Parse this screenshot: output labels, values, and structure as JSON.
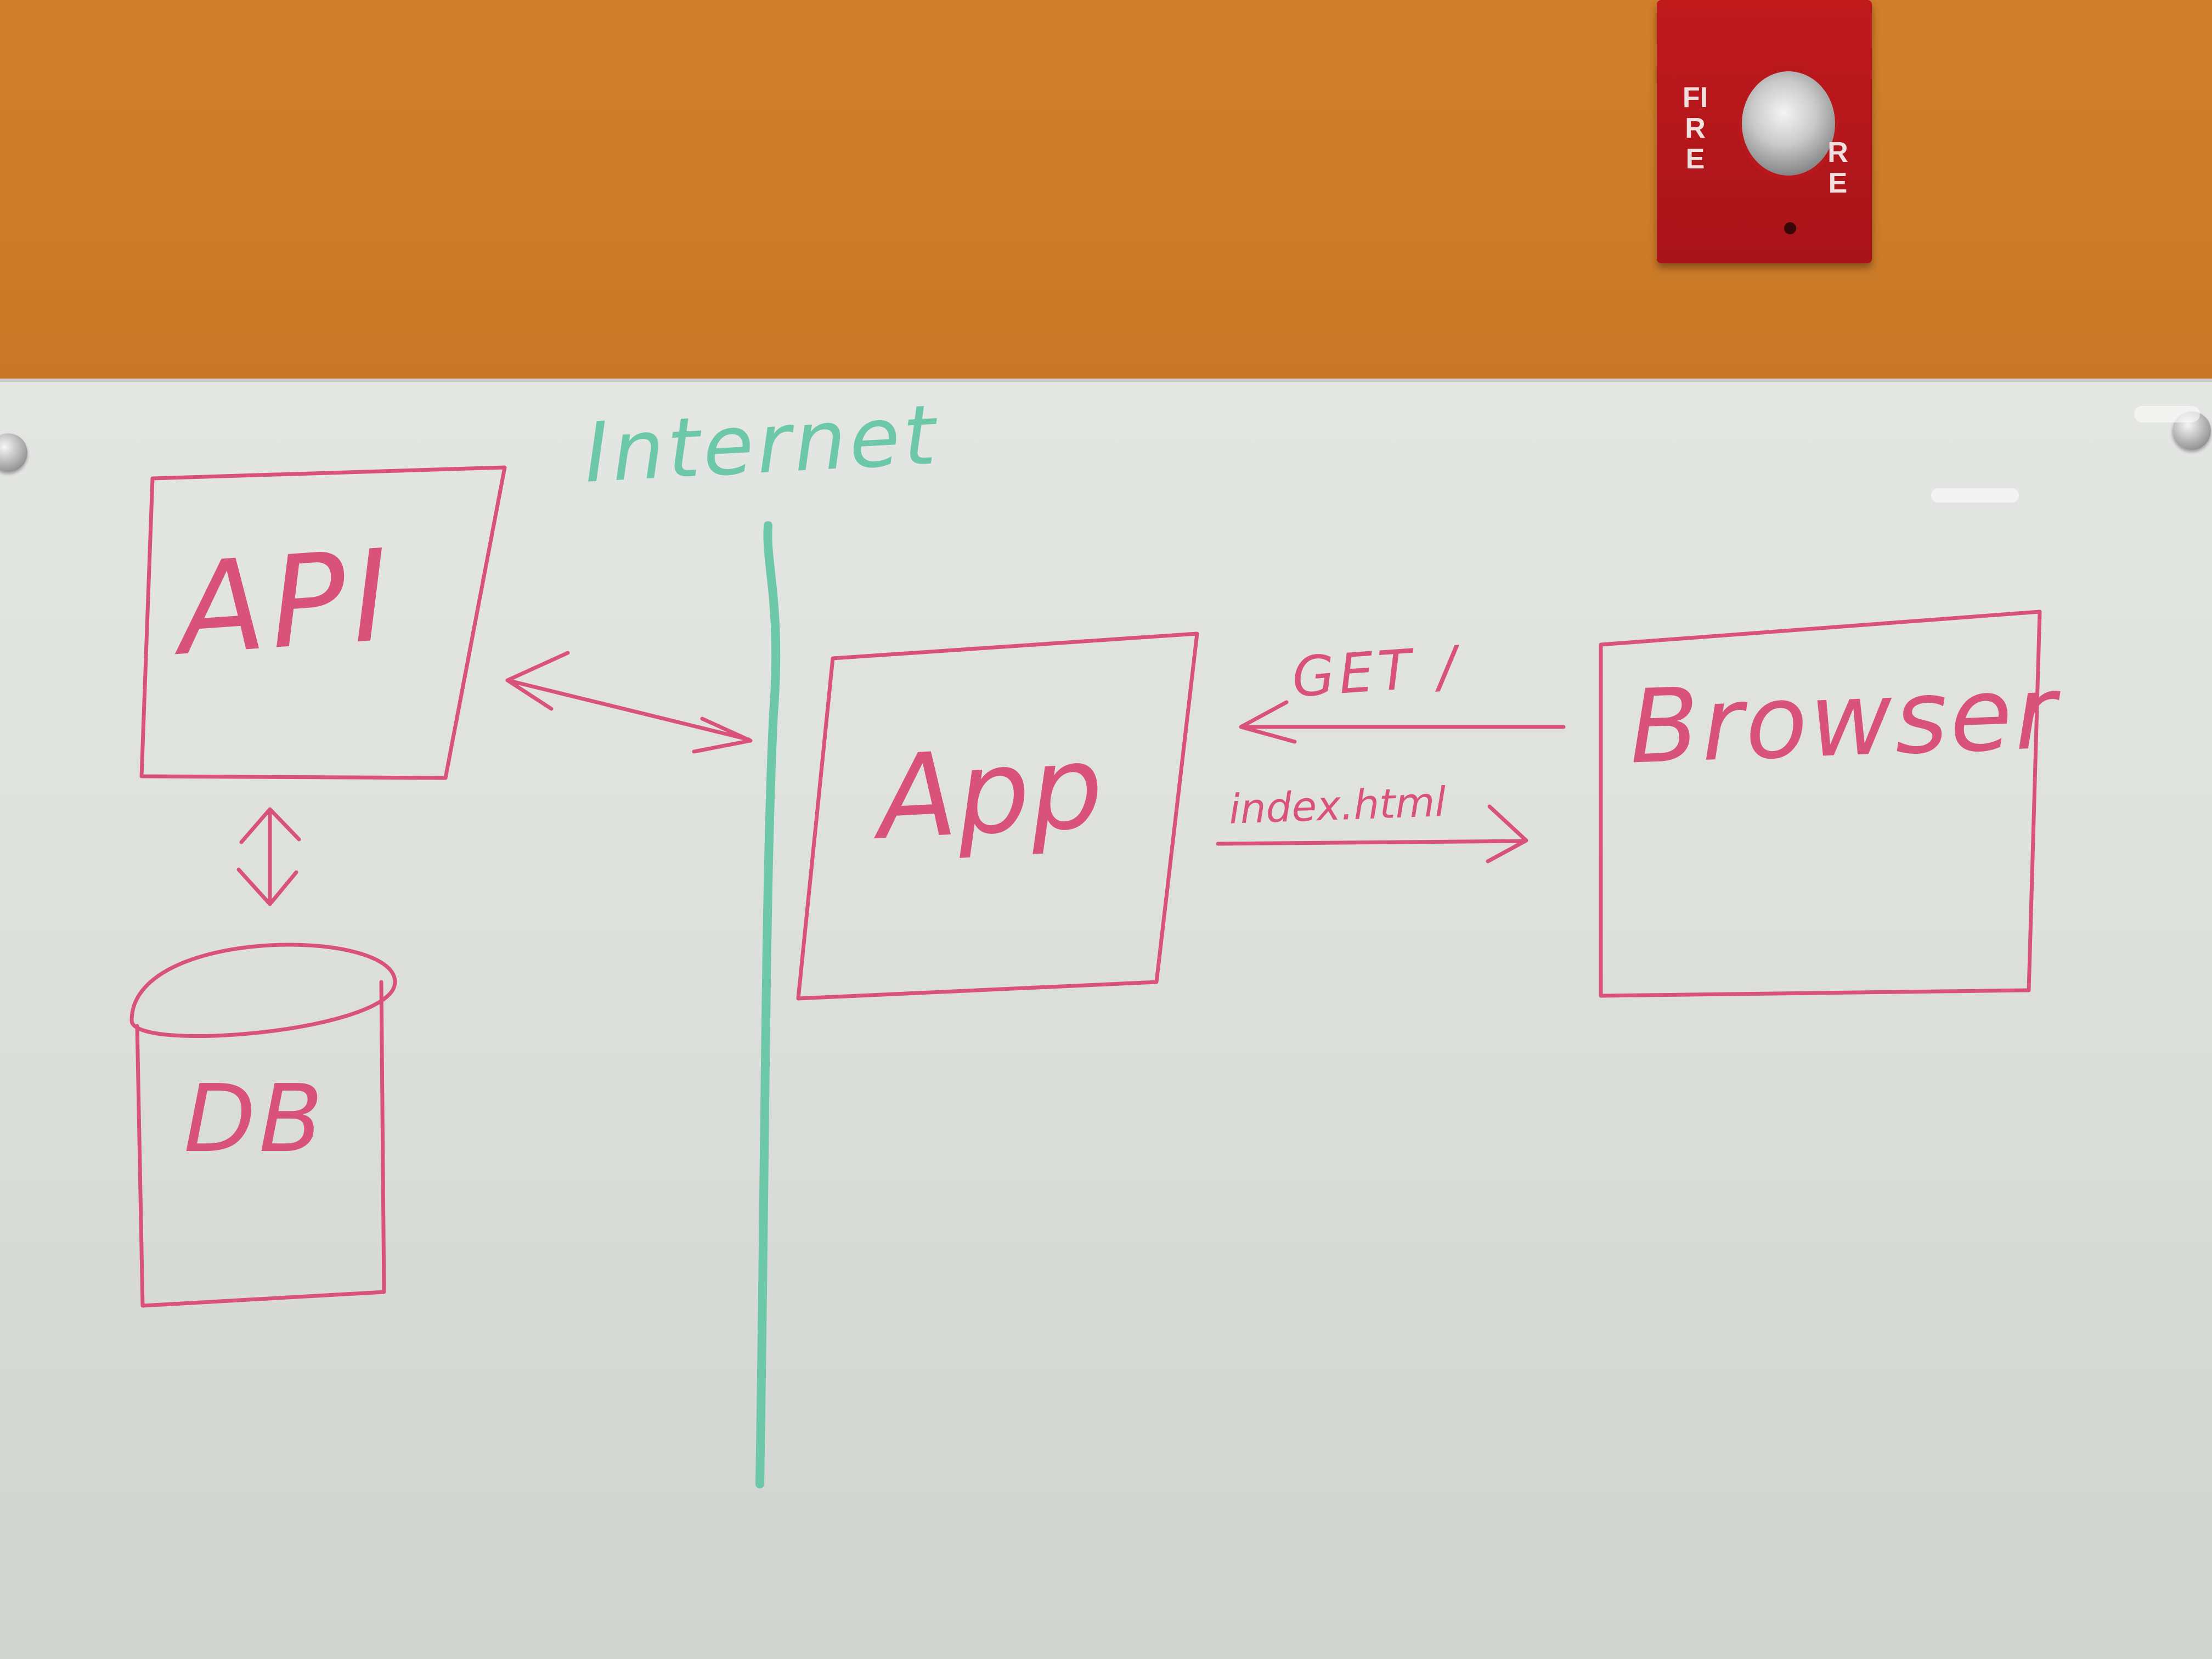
{
  "alarm": {
    "text_left": "FIRE",
    "text_right": "RE"
  },
  "diagram": {
    "api_label": "API",
    "db_label": "DB",
    "app_label": "App",
    "browser_label": "Browser",
    "internet_label": "Internet",
    "request_label": "GET /",
    "response_label": "index.html"
  },
  "colors": {
    "marker_red": "#d9527a",
    "marker_teal": "#6cc8a8",
    "wall_orange": "#d0822a",
    "board_white": "#e1e3e0"
  },
  "icons": [
    "fire-alarm-strobe-icon",
    "mount-pin-icon"
  ]
}
